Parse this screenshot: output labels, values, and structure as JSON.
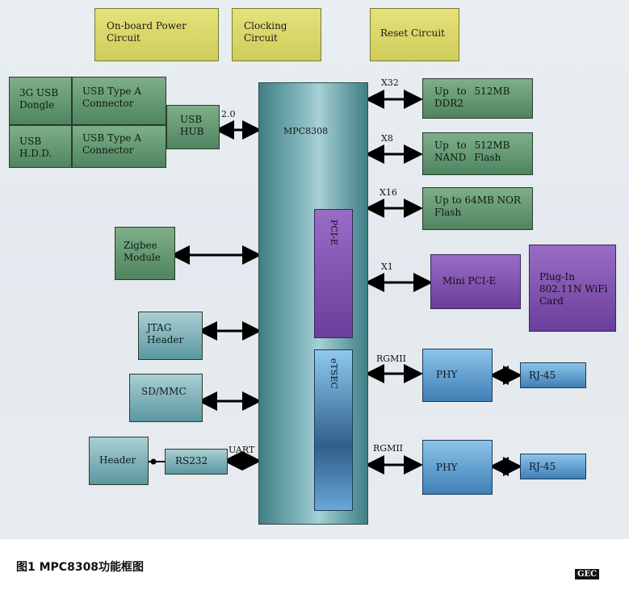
{
  "blocks": {
    "power": "On-board Power Circuit",
    "clocking": "Clocking Circuit",
    "reset": "Reset Circuit",
    "dongle": "3G USB Dongle",
    "hdd": "USB H.D.D.",
    "usb_a1": "USB Type A Connector",
    "usb_a2": "USB Type A Connector",
    "usb_hub": "USB HUB",
    "cpu": "MPC8308",
    "pcie": "PCI-E",
    "etsec": "eTSEC",
    "ddr2": "Up to 512MB DDR2",
    "nand": "Up to 512MB NAND Flash",
    "nor": "Up to 64MB NOR Flash",
    "mini_pcie": "Mini PCI-E",
    "wifi": "Plug-In 802.11N WiFi Card",
    "zigbee": "Zigbee Module",
    "jtag": "JTAG Header",
    "sdmmc": "SD/MMC",
    "header": "Header",
    "rs232": "RS232",
    "phy1": "PHY",
    "phy2": "PHY",
    "rj45_1": "RJ-45",
    "rj45_2": "RJ-45"
  },
  "links": {
    "usb": "2.0",
    "x32": "X32",
    "x8": "X8",
    "x16": "X16",
    "x1": "X1",
    "rgmii1": "RGMII",
    "rgmii2": "RGMII",
    "uart": "UART"
  },
  "caption": "图1   MPC8308功能框图",
  "logo": "GEC"
}
